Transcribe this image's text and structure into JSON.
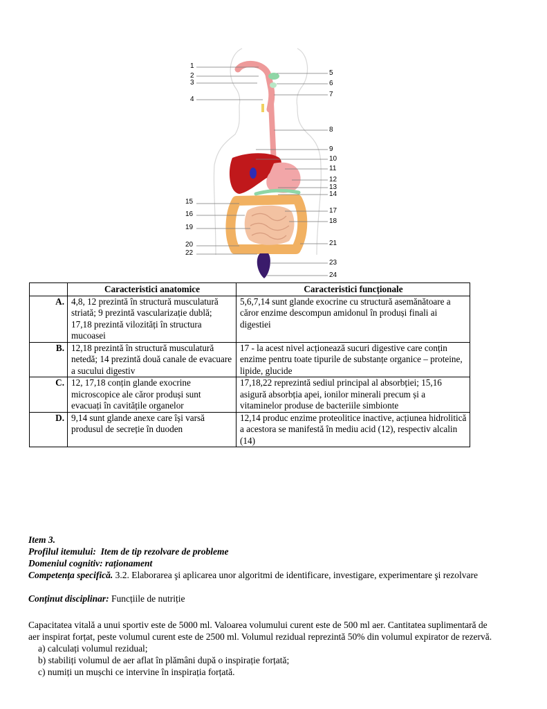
{
  "figure": {
    "labels_left": [
      "1",
      "2",
      "3",
      "4",
      "15",
      "16",
      "19",
      "20",
      "22"
    ],
    "labels_right": [
      "5",
      "6",
      "7",
      "8",
      "9",
      "10",
      "11",
      "12",
      "13",
      "14",
      "17",
      "18",
      "21",
      "23",
      "24"
    ],
    "colors": {
      "esophagus": "#ee9a9a",
      "liver": "#c0181b",
      "stomach": "#f2a6a8",
      "intestine": "#f3c2a2",
      "colon": "#f1b162",
      "gland": "#8fd6a6",
      "rectum": "#3a1b6b"
    }
  },
  "table": {
    "headers": [
      "",
      "Caracteristici anatomice",
      "Caracteristici funcționale"
    ],
    "rows": [
      {
        "letter": "A.",
        "anatomic": "4,8, 12 prezintă în structură musculatură striată; 9 prezintă vascularizație dublă; 17,18 prezintă vilozități în structura mucoasei",
        "functional": "5,6,7,14 sunt glande exocrine cu structură asemănătoare a căror enzime descompun amidonul în produși finali ai digestiei"
      },
      {
        "letter": "B.",
        "anatomic": "12,18 prezintă în structură musculatură netedă; 14 prezintă două canale de evacuare a sucului digestiv",
        "functional": "17 - la acest nivel acționează sucuri digestive care conțin enzime pentru toate tipurile de substanțe organice – proteine, lipide, glucide"
      },
      {
        "letter": "C.",
        "anatomic": "12, 17,18 conțin glande exocrine microscopice ale căror produși sunt evacuați în cavitățile organelor",
        "functional": "17,18,22 reprezintă sediul principal al absorbției; 15,16 asigură absorbția apei, ionilor minerali precum și a vitaminelor produse de bacteriile simbionte"
      },
      {
        "letter": "D.",
        "anatomic": "9,14 sunt glande anexe care își varsă produsul de secreție în duoden",
        "functional": "12,14 produc enzime proteolitice inactive, acțiunea hidrolitică a acestora se manifestă în mediu acid (12), respectiv alcalin (14)"
      }
    ]
  },
  "item": {
    "title": "Item 3.",
    "profile_label": "Profilul itemului:",
    "profile_value": "Item de tip rezolvare de probleme",
    "domain": "Domeniul cognitiv: raționament",
    "competence_label": "Competența specifică.",
    "competence_value": "3.2. Elaborarea şi aplicarea unor algoritmi de identificare, investigare, experimentare şi rezolvare",
    "content_label": "Conținut disciplinar:",
    "content_value": "Funcțiile de nutriție"
  },
  "problem": {
    "statement": "Capacitatea vitală a unui sportiv este de 5000 ml. Valoarea volumului curent este de 500 ml aer. Cantitatea suplimentară de aer inspirat forțat, peste volumul curent este de 2500 ml. Volumul rezidual reprezintă 50% din volumul expirator de rezervă.",
    "a": "a) calculați volumul rezidual;",
    "b": "b) stabiliți volumul de aer aflat în plămâni după o inspirație forțată;",
    "c": "c) numiți un mușchi ce intervine în inspirația forțată."
  }
}
